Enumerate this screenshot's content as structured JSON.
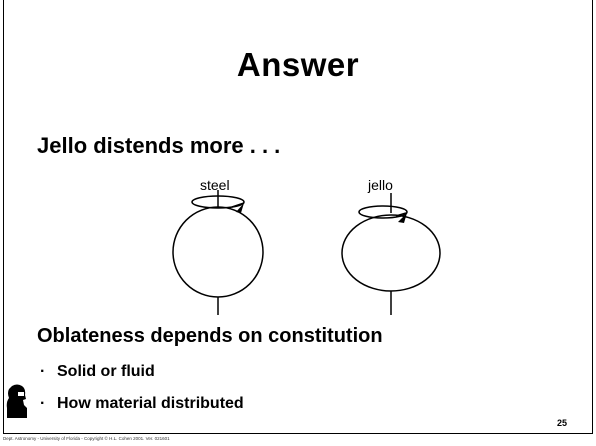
{
  "slide": {
    "title": "Answer",
    "heading": "Jello distends more . . .",
    "diagram": {
      "label_left": "steel",
      "label_right": "jello"
    },
    "subheading": "Oblateness depends on constitution",
    "bullets": [
      {
        "marker": "·",
        "text": "Solid or fluid"
      },
      {
        "marker": "·",
        "text": "How material distributed"
      }
    ],
    "footer": "Dept. Astronomy  - University of Florida  - Copyright © H.L. Cohen 2001. Ver. 021601",
    "page_number": "25"
  },
  "icons": {
    "logo": "astronaut-silhouette-icon"
  }
}
